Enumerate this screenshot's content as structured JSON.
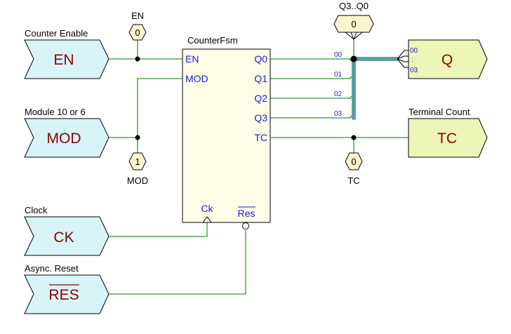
{
  "component": {
    "title": "CounterFsm",
    "inputs": [
      "EN",
      "MOD"
    ],
    "outputs": [
      "Q0",
      "Q1",
      "Q2",
      "Q3",
      "TC"
    ],
    "clock": "Ck",
    "reset": "Res"
  },
  "input_terminals": [
    {
      "caption": "Counter Enable",
      "name": "EN"
    },
    {
      "caption": "Module 10 or 6",
      "name": "MOD"
    },
    {
      "caption": "Clock",
      "name": "CK"
    },
    {
      "caption": "Async. Reset",
      "name": "RES"
    }
  ],
  "output_terminals": [
    {
      "caption": "",
      "name": "Q"
    },
    {
      "caption": "Terminal Count",
      "name": "TC"
    }
  ],
  "probes": {
    "en": {
      "label": "EN",
      "value": "0"
    },
    "mod": {
      "label": "MOD",
      "value": "1"
    },
    "q": {
      "label": "Q3..Q0",
      "value": "0"
    },
    "tc": {
      "label": "TC",
      "value": "0"
    }
  },
  "bus": {
    "taps": [
      "00",
      "01",
      "02",
      "03"
    ],
    "q_range_top": "00",
    "q_range_dots": ":",
    "q_range_bottom": "03"
  },
  "colors": {
    "input_fill": "#d8f4f8",
    "output_fill": "#eef5b8",
    "block_fill": "#fffde6",
    "probe_fill": "#fdf3cf",
    "wire": "#2e9a2e",
    "bus": "#5f9e9e",
    "port_text": "#1a1ad6",
    "terminal_text": "#8b0000"
  }
}
